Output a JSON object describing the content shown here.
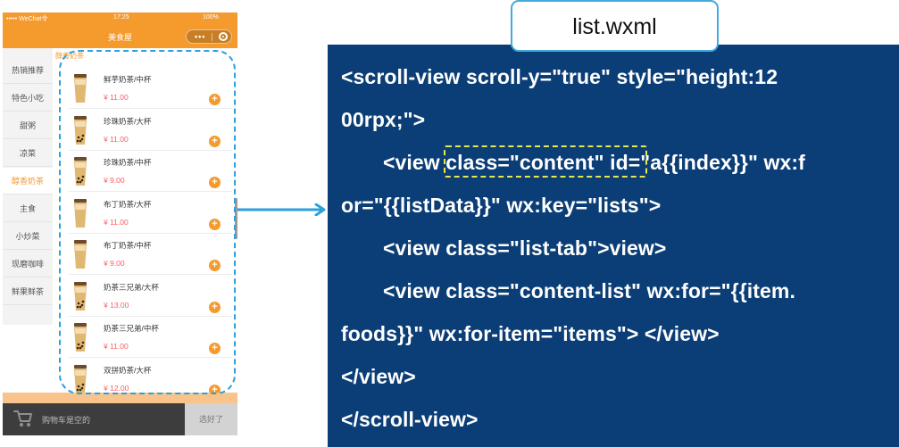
{
  "phone": {
    "status": {
      "carrier": "••••• WeChat令",
      "time": "17:25",
      "battery": "100%"
    },
    "nav_title": "美食屋",
    "capsule_dots": "•••",
    "menu": [
      {
        "label": "热销推荐",
        "active": false
      },
      {
        "label": "特色小吃",
        "active": false
      },
      {
        "label": "甜粥",
        "active": false
      },
      {
        "label": "凉菜",
        "active": false
      },
      {
        "label": "醇香奶茶",
        "active": true
      },
      {
        "label": "主食",
        "active": false
      },
      {
        "label": "小炒菜",
        "active": false
      },
      {
        "label": "现磨咖啡",
        "active": false
      },
      {
        "label": "鲜果鲜茶",
        "active": false
      }
    ],
    "section_title": "醇香奶茶",
    "foods": [
      {
        "name": "鲜芋奶茶/中杯",
        "price": "¥ 11.00",
        "pearls": false
      },
      {
        "name": "珍珠奶茶/大杯",
        "price": "¥ 11.00",
        "pearls": true
      },
      {
        "name": "珍珠奶茶/中杯",
        "price": "¥ 9.00",
        "pearls": true
      },
      {
        "name": "布丁奶茶/大杯",
        "price": "¥ 11.00",
        "pearls": false
      },
      {
        "name": "布丁奶茶/中杯",
        "price": "¥ 9.00",
        "pearls": false
      },
      {
        "name": "奶茶三兄弟/大杯",
        "price": "¥ 13.00",
        "pearls": true
      },
      {
        "name": "奶茶三兄弟/中杯",
        "price": "¥ 11.00",
        "pearls": true
      },
      {
        "name": "双拼奶茶/大杯",
        "price": "¥ 12.00",
        "pearls": true
      }
    ],
    "add_symbol": "+",
    "cart_empty": "购物车是空的",
    "checkout": "选好了"
  },
  "code": {
    "filename": "list.wxml",
    "lines": [
      "<scroll-view scroll-y=\"true\" style=\"height:12",
      "00rpx;\">",
      "<view class=\"content\" id=\"a{{index}}\" wx:f",
      "or=\"{{listData}}\"  wx:key=\"lists\">",
      "<view class=\"list-tab\">view>",
      "<view class=\"content-list\" wx:for=\"{{item.",
      "foods}}\" wx:for-item=\"items\"> </view>",
      "</view>",
      "</scroll-view>"
    ]
  },
  "colors": {
    "accent": "#f59a2d",
    "price": "#ff5a5f",
    "code_bg": "#0b3e76",
    "highlight_blue": "#2aa1dc",
    "highlight_yellow": "#e8e84a"
  }
}
